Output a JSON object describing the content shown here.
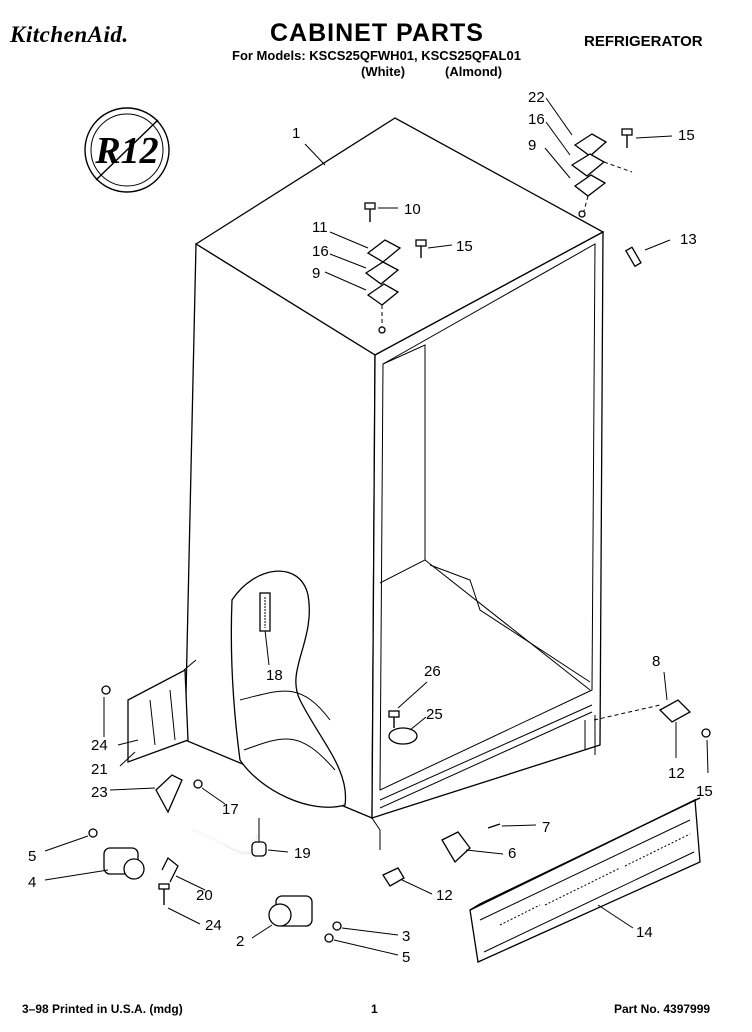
{
  "header": {
    "brand": "KitchenAid.",
    "title": "CABINET PARTS",
    "category": "REFRIGERATOR",
    "models_line": "For Models: KSCS25QFWH01, KSCS25QFAL01",
    "color_1": "(White)",
    "color_2": "(Almond)"
  },
  "badge": {
    "text": "R12"
  },
  "callouts": {
    "c1": "1",
    "c2": "2",
    "c3": "3",
    "c4": "4",
    "c5a": "5",
    "c5b": "5",
    "c6": "6",
    "c7": "7",
    "c8": "8",
    "c9a": "9",
    "c9b": "9",
    "c10": "10",
    "c11": "11",
    "c12a": "12",
    "c12b": "12",
    "c13": "13",
    "c14": "14",
    "c15a": "15",
    "c15b": "15",
    "c15c": "15",
    "c16a": "16",
    "c16b": "16",
    "c17": "17",
    "c18": "18",
    "c19": "19",
    "c20": "20",
    "c21": "21",
    "c22": "22",
    "c23": "23",
    "c24a": "24",
    "c24b": "24",
    "c25": "25",
    "c26": "26"
  },
  "footer": {
    "printed": "3–98 Printed in U.S.A. (mdg)",
    "page": "1",
    "part_no": "Part No. 4397999"
  }
}
